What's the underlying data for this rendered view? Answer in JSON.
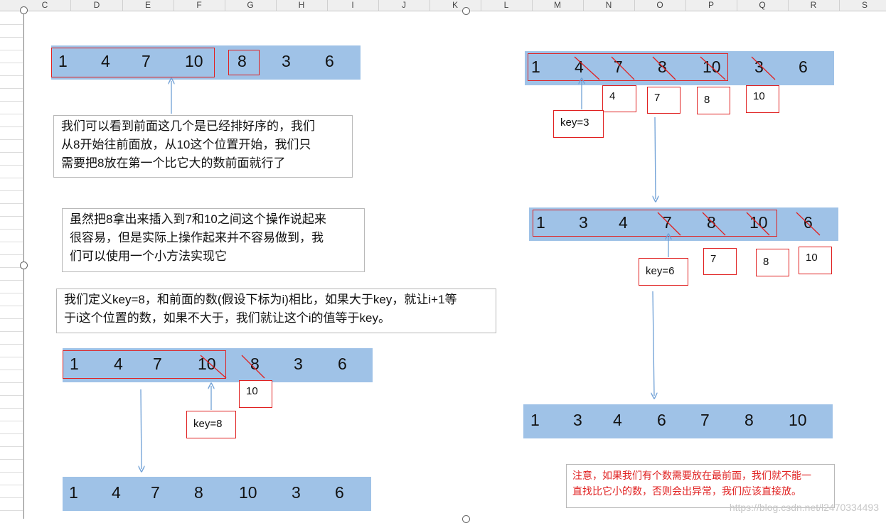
{
  "spreadsheet": {
    "columns": [
      "C",
      "D",
      "E",
      "F",
      "G",
      "H",
      "I",
      "J",
      "K",
      "L",
      "M",
      "N",
      "O",
      "P",
      "Q",
      "R",
      "S"
    ]
  },
  "colors": {
    "bar": "#9fc2e7",
    "mark": "#e02020",
    "arrow": "#6fa0d6"
  },
  "sequences": {
    "initial": [
      "1",
      "4",
      "7",
      "10",
      "8",
      "3",
      "6"
    ],
    "step_key8": [
      "1",
      "4",
      "7",
      "10",
      "8",
      "3",
      "6"
    ],
    "after_key8": [
      "1",
      "4",
      "7",
      "8",
      "10",
      "3",
      "6"
    ],
    "step_key3": [
      "1",
      "4",
      "7",
      "8",
      "10",
      "3",
      "6"
    ],
    "step_key6": [
      "1",
      "3",
      "4",
      "7",
      "8",
      "10",
      "6"
    ],
    "final": [
      "1",
      "3",
      "4",
      "6",
      "7",
      "8",
      "10"
    ]
  },
  "boxes": {
    "key8": "key=8",
    "key8_shift": [
      "10"
    ],
    "key3": "key=3",
    "key3_shift": [
      "4",
      "7",
      "8",
      "10"
    ],
    "key6": "key=6",
    "key6_shift": [
      "7",
      "8",
      "10"
    ]
  },
  "notes": {
    "note1": [
      "我们可以看到前面这几个是已经排好序的，我们",
      "从8开始往前面放，从10这个位置开始，我们只",
      "需要把8放在第一个比它大的数前面就行了"
    ],
    "note2": [
      "虽然把8拿出来插入到7和10之间这个操作说起来",
      "很容易，但是实际上操作起来并不容易做到，我",
      "们可以使用一个小方法实现它"
    ],
    "note3": [
      "我们定义key=8，和前面的数(假设下标为i)相比，如果大于key，就让i+1等",
      "于i这个位置的数，如果不大于，我们就让这个i的值等于key。"
    ],
    "note4": [
      "注意，如果我们有个数需要放在最前面，我们就不能一",
      "直找比它小的数，否则会出异常，我们应该直接放。"
    ]
  },
  "watermark": "https://blog.csdn.net/l2470334493"
}
